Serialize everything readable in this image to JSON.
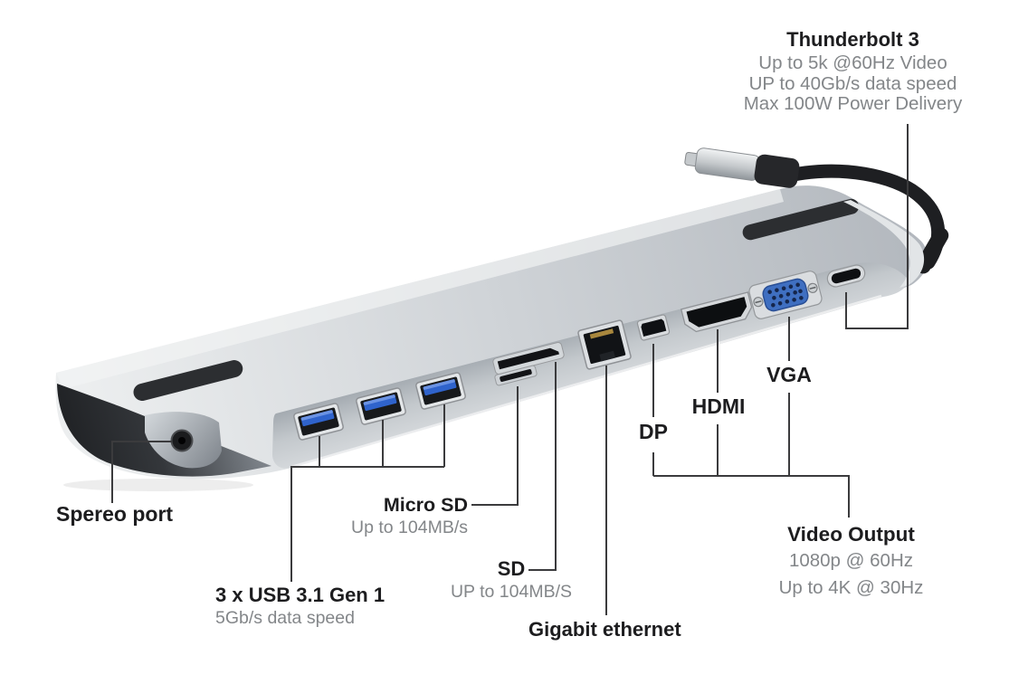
{
  "colors": {
    "label_text": "#1d1d1f",
    "spec_text": "#838689",
    "annotation_line": "#3b3b3d",
    "device_silver": "#c7ccd1",
    "usb_tongue_blue": "#2f63cc",
    "vga_blue": "#3f6fc1",
    "cable_black": "#1e1f22"
  },
  "labels": {
    "thunderbolt": {
      "title": "Thunderbolt 3",
      "specs": [
        "Up to 5k @60Hz Video",
        "UP to 40Gb/s data speed",
        "Max 100W Power Delivery"
      ]
    },
    "stereo": {
      "title": "Spereo port"
    },
    "usb": {
      "title": "3 x USB 3.1 Gen 1",
      "specs": [
        "5Gb/s data speed"
      ]
    },
    "micro_sd": {
      "title": "Micro SD",
      "specs": [
        "Up to 104MB/s"
      ]
    },
    "sd": {
      "title": "SD",
      "specs": [
        "UP to 104MB/S"
      ]
    },
    "ethernet": {
      "title": "Gigabit ethernet"
    },
    "dp": {
      "title": "DP"
    },
    "hdmi": {
      "title": "HDMI"
    },
    "vga": {
      "title": "VGA"
    },
    "video_output": {
      "title": "Video Output",
      "specs": [
        "1080p @ 60Hz",
        "Up to 4K @ 30Hz"
      ]
    }
  },
  "device": {
    "description": "Aluminum USB-C hub docking station shown diagonally with attached USB-C host cable",
    "ports_visible": [
      "stereo-3.5mm-jack",
      "usb-a-1",
      "usb-a-2",
      "usb-a-3",
      "sd-card-slot",
      "micro-sd-slot",
      "gigabit-ethernet-rj45",
      "mini-displayport",
      "hdmi",
      "vga",
      "usb-c-thunderbolt3-port",
      "usb-c-cable-plug"
    ]
  }
}
